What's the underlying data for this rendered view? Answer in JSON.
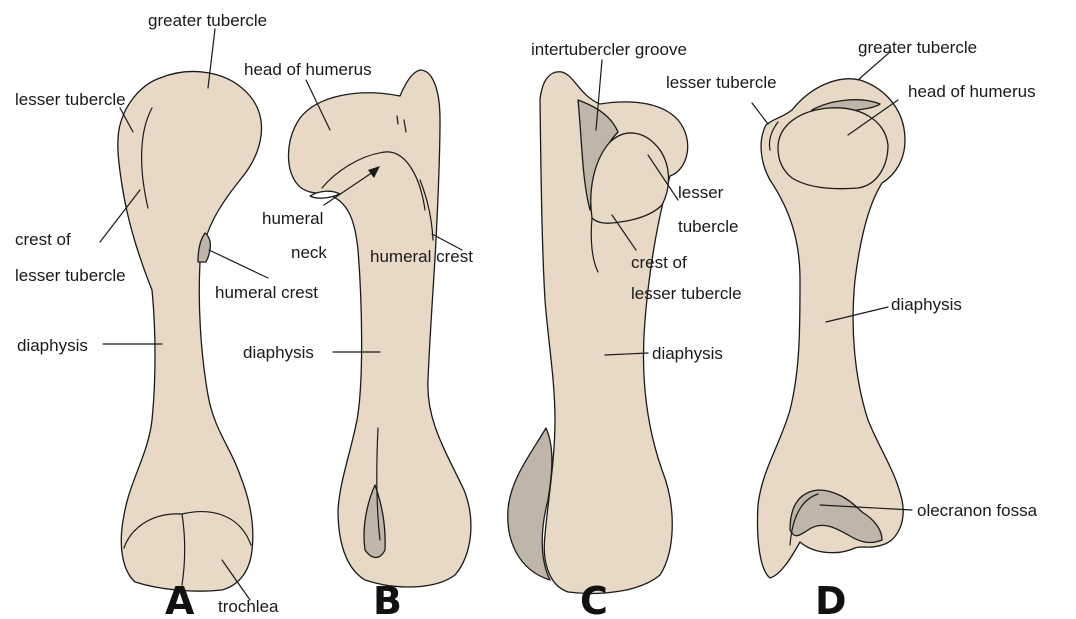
{
  "colors": {
    "bone_fill": "#e8d9c6",
    "shadow_fill": "#bfb5a8",
    "outline": "#1a1a1a",
    "background": "#ffffff"
  },
  "views": [
    {
      "letter": "A",
      "labels": {
        "greater_tubercle": "greater tubercle",
        "lesser_tubercle": "lesser tubercle",
        "crest_of_lesser_tubercle_line1": "crest of",
        "crest_of_lesser_tubercle_line2": "lesser tubercle",
        "humeral_crest": "humeral crest",
        "diaphysis": "diaphysis",
        "trochlea": "trochlea"
      }
    },
    {
      "letter": "B",
      "labels": {
        "head_of_humerus": "head of humerus",
        "humeral_neck_line1": "humeral",
        "humeral_neck_line2": "neck",
        "humeral_crest": "humeral crest",
        "diaphysis": "diaphysis"
      }
    },
    {
      "letter": "C",
      "labels": {
        "intertubercular_groove": "intertubercler groove",
        "lesser_tubercle_line1": "lesser",
        "lesser_tubercle_line2": "tubercle",
        "crest_of_lesser_tubercle_line1": "crest of",
        "crest_of_lesser_tubercle_line2": "lesser tubercle",
        "diaphysis": "diaphysis"
      }
    },
    {
      "letter": "D",
      "labels": {
        "greater_tubercle": "greater tubercle",
        "lesser_tubercle": "lesser tubercle",
        "head_of_humerus": "head of humerus",
        "diaphysis": "diaphysis",
        "olecranon_fossa": "olecranon fossa"
      }
    }
  ]
}
